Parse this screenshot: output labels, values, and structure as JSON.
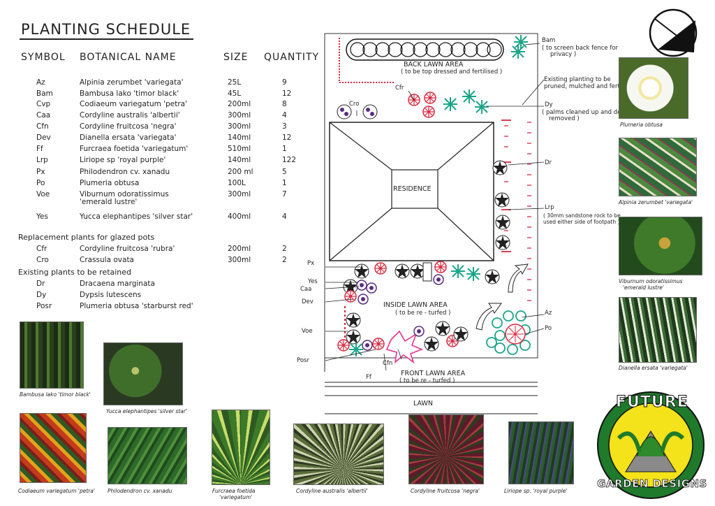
{
  "schedule": {
    "title": "PLANTING SCHEDULE",
    "headers": {
      "symbol": "SYMBOL",
      "name": "BOTANICAL NAME",
      "size": "SIZE",
      "qty": "QUANTITY"
    },
    "rows": [
      {
        "symbol": "Az",
        "name": "Alpinia zerumbet 'variegata'",
        "size": "25L",
        "qty": "9"
      },
      {
        "symbol": "Bam",
        "name": "Bambusa lako 'timor black'",
        "size": "45L",
        "qty": "12"
      },
      {
        "symbol": "Cvp",
        "name": "Codiaeum variegatum 'petra'",
        "size": "200ml",
        "qty": "8"
      },
      {
        "symbol": "Caa",
        "name": "Cordyline australis 'albertii'",
        "size": "300ml",
        "qty": "4"
      },
      {
        "symbol": "Cfn",
        "name": "Cordyline fruitcosa 'negra'",
        "size": "300ml",
        "qty": "3"
      },
      {
        "symbol": "Dev",
        "name": "Dianella ersata 'variegata'",
        "size": "140ml",
        "qty": "12"
      },
      {
        "symbol": "Ff",
        "name": "Furcraea foetida 'variegatum'",
        "size": "510ml",
        "qty": "1"
      },
      {
        "symbol": "Lrp",
        "name": "Liriope sp 'royal purple'",
        "size": "140ml",
        "qty": "122"
      },
      {
        "symbol": "Px",
        "name": "Philodendron cv. xanadu",
        "size": "200 ml",
        "qty": "5"
      },
      {
        "symbol": "Po",
        "name": "Plumeria obtusa",
        "size": "100L",
        "qty": "1"
      },
      {
        "symbol": "Voe",
        "name": "Viburnum odoratissimus",
        "name2": "'emerald lustre'",
        "size": "300ml",
        "qty": "7"
      },
      {
        "symbol": "Yes",
        "name": "Yucca elephantipes 'silver star'",
        "size": "400ml",
        "qty": "4"
      }
    ],
    "replacement_title": "Replacement plants for glazed pots",
    "replacement": [
      {
        "symbol": "Cfr",
        "name": "Cordyline fruitcosa 'rubra'",
        "size": "200ml",
        "qty": "2"
      },
      {
        "symbol": "Cro",
        "name": "Crassula ovata",
        "size": "300ml",
        "qty": "2"
      }
    ],
    "existing_title": "Existing plants to be retained",
    "existing": [
      {
        "symbol": "Dr",
        "name": "Dracaena marginata"
      },
      {
        "symbol": "Dy",
        "name": "Dypsis lutescens"
      },
      {
        "symbol": "Posr",
        "name": "Plumeria obtusa 'starburst red'"
      }
    ]
  },
  "plan": {
    "back_lawn": "BACK LAWN AREA",
    "back_lawn_note": "( to be top dressed and fertilised )",
    "residence": "RESIDENCE",
    "inside_lawn": "INSIDE LAWN AREA",
    "inside_lawn_note": "( to be re - turfed )",
    "front_lawn": "FRONT LAWN AREA",
    "front_lawn_note": "( to be re - turfed )",
    "lawn": "LAWN",
    "labels": {
      "bam": "Bam",
      "bam_note1": "( to screen back fence for",
      "bam_note2": "privacy )",
      "existing_note1": "Existing planting to be",
      "existing_note2": "pruned, mulched and fertilised",
      "dy": "Dy",
      "dy_note1": "( palms cleaned up and deronds",
      "dy_note2": "removed )",
      "dr": "Dr",
      "lrp": "Lrp",
      "lrp_note1": "( 30mm sandstone rock to be",
      "lrp_note2": "used either side of footpath )",
      "az": "Az",
      "po": "Po",
      "cfr": "Cfr",
      "cro": "Cro",
      "px": "Px",
      "yes": "Yes",
      "caa": "Caa",
      "dev": "Dev",
      "voe": "Voe",
      "posr": "Posr",
      "ff": "Ff",
      "cfn": "Cfn"
    }
  },
  "photos": {
    "plumeria": "Plumeria obtusa",
    "alpinia": "Alpinia zerumbet 'variegata'",
    "viburnum1": "Viburnum odoratissimus",
    "viburnum2": "'emerald lustre'",
    "dianella": "Dianella ersata 'variegata'",
    "bambusa": "Bambusa lako 'timor black'",
    "yucca": "Yucca elephantipes 'silver star'",
    "codiaeum": "Codiaeum variegatum 'petra'",
    "philodendron": "Philodendron cv. xanadu",
    "furcraea1": "Furcraea foetida",
    "furcraea2": "'variegatum'",
    "cordyline_a": "Cordyline australis 'albertii'",
    "cordyline_n": "Cordyline fruitcosa 'negra'",
    "liriope": "Liriope sp. 'royal purple'"
  },
  "logo": {
    "line1": "FUTURE",
    "line2": "GARDEN DESIGNS"
  },
  "colors": {
    "green": "#1f7a2c",
    "yellow": "#f4e21a",
    "red": "#d8233a",
    "teal": "#1aa58a",
    "purple": "#5a2d82",
    "pink": "#e0338e"
  }
}
